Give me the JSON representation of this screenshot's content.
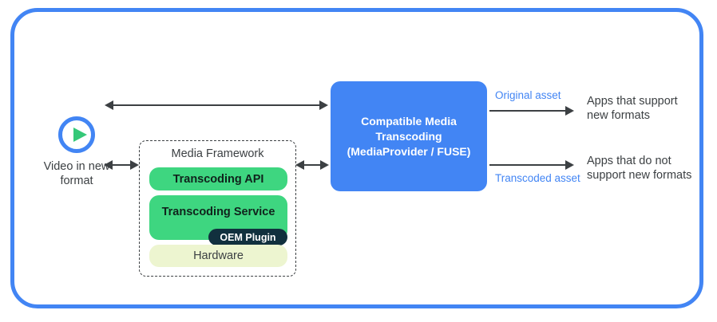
{
  "diagram": {
    "title": "Compatible Media Transcoding architecture",
    "colors": {
      "frame_blue": "#4285f4",
      "box_blue": "#4285f4",
      "green": "#3ed680",
      "hardware": "#edf5d0",
      "oem_navy": "#11303e",
      "arrow": "#3c4043",
      "asset_label_blue": "#4285f4"
    }
  },
  "video_source": {
    "icon": "play-circle-icon",
    "caption": "Video in\nnew\nformat"
  },
  "media_framework": {
    "title": "Media Framework",
    "layers": [
      {
        "label": "Transcoding API",
        "fill": "#3ed680"
      },
      {
        "label": "Transcoding Service",
        "fill": "#3ed680"
      },
      {
        "label": "Hardware",
        "fill": "#edf5d0"
      }
    ],
    "badge": {
      "label": "OEM Plugin",
      "fill": "#11303e"
    }
  },
  "transcoding_box": {
    "label": "Compatible Media Transcoding (MediaProvider / FUSE)",
    "line1": "Compatible Media",
    "line2": "Transcoding",
    "line3": "(MediaProvider / FUSE)"
  },
  "outputs": [
    {
      "asset_label": "Original asset",
      "target": "Apps that support\nnew formats"
    },
    {
      "asset_label": "Transcoded asset",
      "target": "Apps that do not\nsupport new formats"
    }
  ],
  "connectors": [
    {
      "name": "video-to-transcoding-box",
      "style": "double-arrow"
    },
    {
      "name": "video-to-media-framework",
      "style": "double-arrow"
    },
    {
      "name": "media-framework-to-transcoding-box",
      "style": "double-arrow"
    },
    {
      "name": "transcoding-box-to-apps-support",
      "style": "single-arrow"
    },
    {
      "name": "transcoding-box-to-apps-no-support",
      "style": "single-arrow"
    }
  ]
}
